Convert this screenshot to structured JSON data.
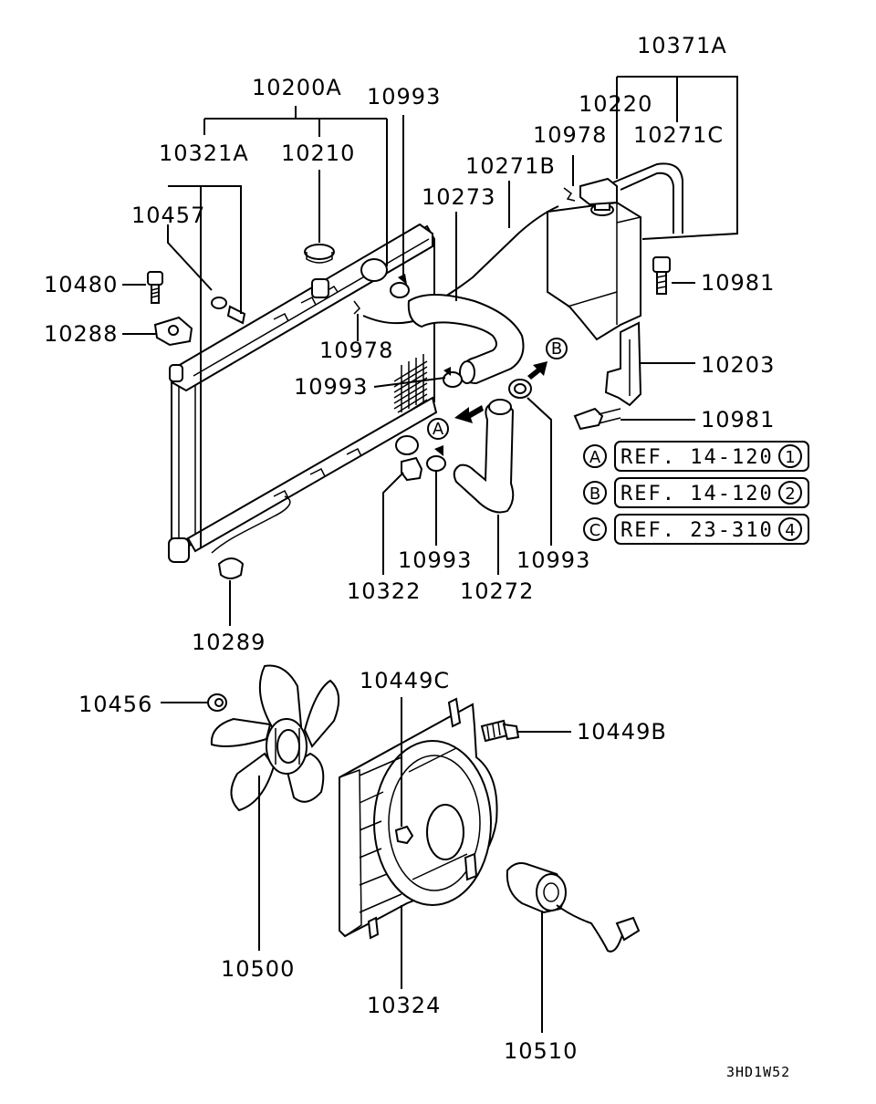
{
  "labels": {
    "p10371A": "10371A",
    "p10220": "10220",
    "p10271C": "10271C",
    "p10978_top": "10978",
    "p10271B": "10271B",
    "p10200A": "10200A",
    "p10993_top": "10993",
    "p10321A": "10321A",
    "p10210": "10210",
    "p10273": "10273",
    "p10457": "10457",
    "p10480": "10480",
    "p10288": "10288",
    "p10978_mid": "10978",
    "p10981_top": "10981",
    "p10203": "10203",
    "p10993_left": "10993",
    "p10981_bottom": "10981",
    "p10993_lower": "10993",
    "p10993_right": "10993",
    "p10322": "10322",
    "p10272": "10272",
    "p10289": "10289",
    "p10449C": "10449C",
    "p10456": "10456",
    "p10449B": "10449B",
    "p10500": "10500",
    "p10324": "10324",
    "p10510": "10510"
  },
  "markers": {
    "a": "A",
    "b": "B"
  },
  "references": [
    {
      "marker": "A",
      "text": "REF. 14-120",
      "num": "1"
    },
    {
      "marker": "B",
      "text": "REF. 14-120",
      "num": "2"
    },
    {
      "marker": "C",
      "text": "REF. 23-310",
      "num": "4"
    }
  ],
  "diagram_code": "3HD1W52"
}
